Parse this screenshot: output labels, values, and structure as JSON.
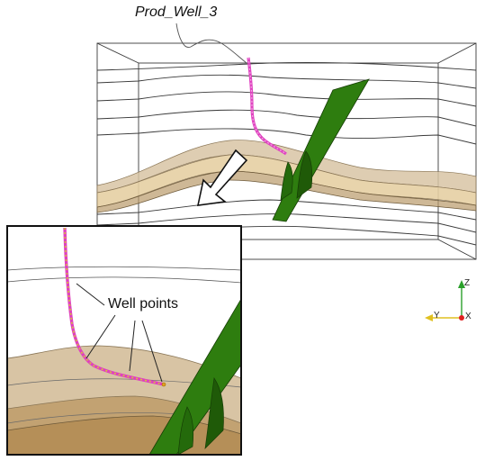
{
  "annotations": {
    "well_name": "Prod_Well_3",
    "well_points_label": "Well points"
  },
  "axes_triad": {
    "z_label": "Z",
    "y_label": "Y",
    "x_label": "X"
  },
  "colors": {
    "well_magenta": "#e040c0",
    "well_points_yellow": "#d6c23a",
    "fault_green": "#2e7d0f",
    "fault_green_dark": "#1f5a08",
    "horizon_light": "#d8c4a4",
    "horizon_mid": "#e6cfa3",
    "horizon_dark": "#b99a6a",
    "wireframe": "#3a3a3a",
    "axis_z": "#2aa02a",
    "axis_y": "#e0c020",
    "axis_x": "#e02020"
  }
}
